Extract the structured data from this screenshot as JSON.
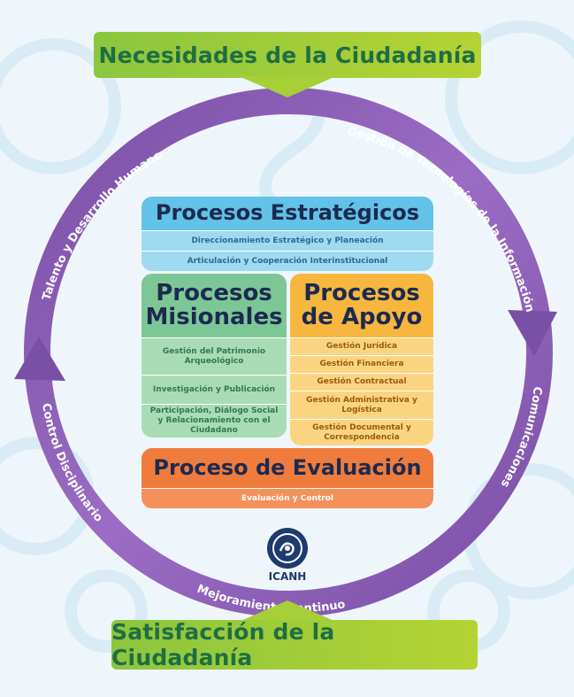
{
  "top_banner": "Necesidades de la Ciudadanía",
  "bottom_banner": "Satisfacción de la Ciudadanía",
  "ring_labels": {
    "tecnologias": "Gestión de Tecnologías de la Información",
    "comunicaciones": "Comunicaciones",
    "mejoramiento": "Mejoramiento Continuo",
    "control": "Control Disciplinario",
    "talento": "Talento y Desarrollo Humano"
  },
  "estrategicos": {
    "title": "Procesos Estratégicos",
    "items": [
      "Direccionamiento Estratégico y Planeación",
      "Articulación y Cooperación Interinstitucional"
    ]
  },
  "misionales": {
    "title_line1": "Procesos",
    "title_line2": "Misionales",
    "items": [
      "Gestión del Patrimonio Arqueológico",
      "Investigación y Publicación",
      "Participación, Diálogo Social y Relacionamiento con el Ciudadano"
    ]
  },
  "apoyo": {
    "title_line1": "Procesos",
    "title_line2": "de Apoyo",
    "items": [
      "Gestión Jurídica",
      "Gestión Financiera",
      "Gestión Contractual",
      "Gestión Administrativa y Logística",
      "Gestión Documental y Correspondencia"
    ]
  },
  "evaluacion": {
    "title": "Proceso de Evaluación",
    "items": [
      "Evaluación y Control"
    ]
  },
  "logo": {
    "name": "ICANH"
  },
  "colors": {
    "ring": "#8c5bb0",
    "banner": "#9fcb3a",
    "estrategicos": "#62c2e8",
    "misionales": "#7dc796",
    "apoyo": "#f7b73e",
    "evaluacion": "#ef7c3c"
  }
}
